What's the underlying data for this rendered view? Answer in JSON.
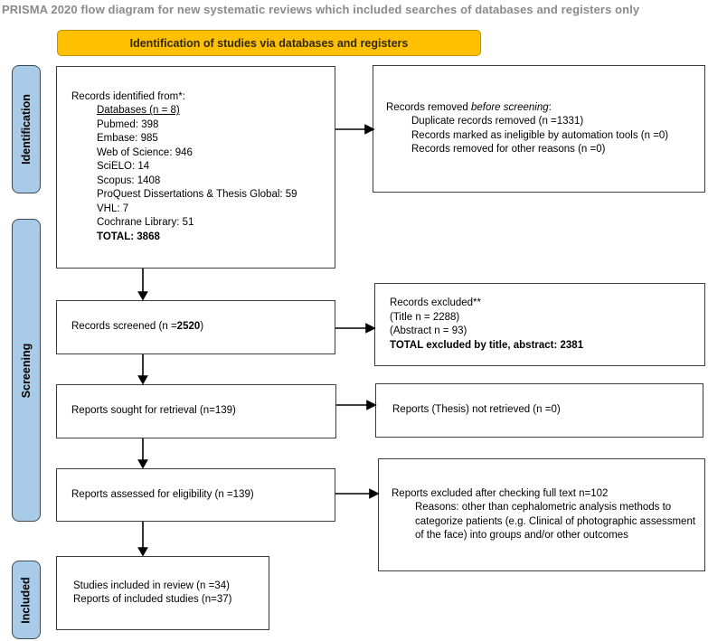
{
  "title": "PRISMA 2020 flow diagram for new systematic reviews which included searches of databases and registers only",
  "banner": {
    "label": "Identification of studies via databases and registers",
    "bg_color": "#FFC000"
  },
  "sidebar": {
    "bg_color": "#A9CBE8",
    "labels": [
      {
        "id": "identification",
        "label": "Identification"
      },
      {
        "id": "screening",
        "label": "Screening"
      },
      {
        "id": "included",
        "label": "Included"
      }
    ]
  },
  "boxes": {
    "identified": {
      "intro": "Records identified from*:",
      "databases_header": "Databases (n = 8)",
      "items": [
        "Pubmed: 398",
        "Embase: 985",
        "Web of Science: 946",
        "SciELO: 14",
        "Scopus: 1408",
        "ProQuest Dissertations & Thesis Global: 59",
        "VHL: 7",
        "Cochrane Library: 51"
      ],
      "total": "TOTAL: 3868"
    },
    "removed": {
      "header_prefix": "Records removed ",
      "header_italic": "before screening",
      "header_suffix": ":",
      "items": [
        "Duplicate records removed (n =1331)",
        "Records marked as ineligible by automation tools (n =0)",
        "Records removed for other reasons (n =0)"
      ]
    },
    "screened": {
      "prefix": "Records screened (n =",
      "bold_value": "2520",
      "suffix": ")"
    },
    "excluded": {
      "lines": [
        "Records excluded**",
        "(Title n = 2288)",
        "(Abstract n = 93)"
      ],
      "total": "TOTAL excluded by title, abstract: 2381"
    },
    "sought": {
      "label": "Reports sought for retrieval (n=139)"
    },
    "not_retrieved": {
      "label": "Reports (Thesis) not retrieved (n =0)"
    },
    "assessed": {
      "label": "Reports assessed for eligibility (n =139)"
    },
    "fulltext_excluded": {
      "header": "Reports excluded after checking full text n=102",
      "reason": "Reasons: other than cephalometric analysis methods to categorize patients (e.g. Clinical of photographic assessment of the face) into groups and/or other outcomes"
    },
    "included": {
      "lines": [
        "Studies included in review (n =34)",
        "Reports of included studies (n=37)"
      ]
    }
  }
}
